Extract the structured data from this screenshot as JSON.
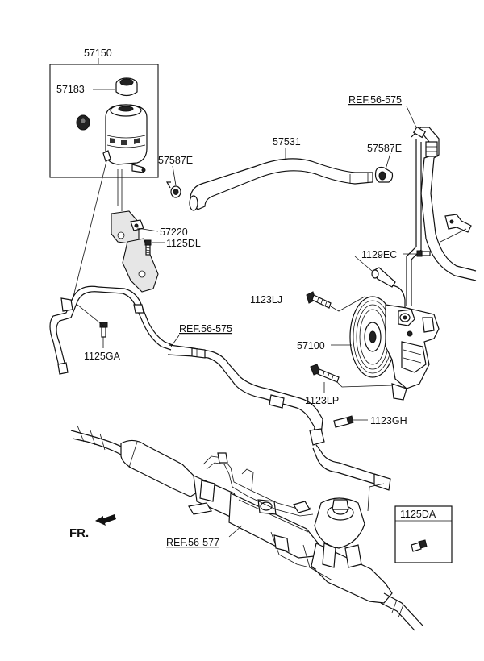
{
  "labels": {
    "reservoir_assy": "57150",
    "reservoir_cap": "57183",
    "clip_left": "57587E",
    "suction_hose": "57531",
    "clip_right": "57587E",
    "bracket": "57220",
    "bracket_bolt": "1125DL",
    "pump_bolt_upper": "1123LJ",
    "pump": "57100",
    "pump_bolt_lower": "1123LP",
    "clamp_bolt_left": "1125GA",
    "hose_bolt": "1129EC",
    "line_bolt": "1123GH",
    "inset_bolt": "1125DA"
  },
  "references": {
    "top_right": "REF.56-575",
    "middle": "REF.56-575",
    "bottom": "REF.56-577"
  },
  "direction": {
    "label": "FR."
  }
}
